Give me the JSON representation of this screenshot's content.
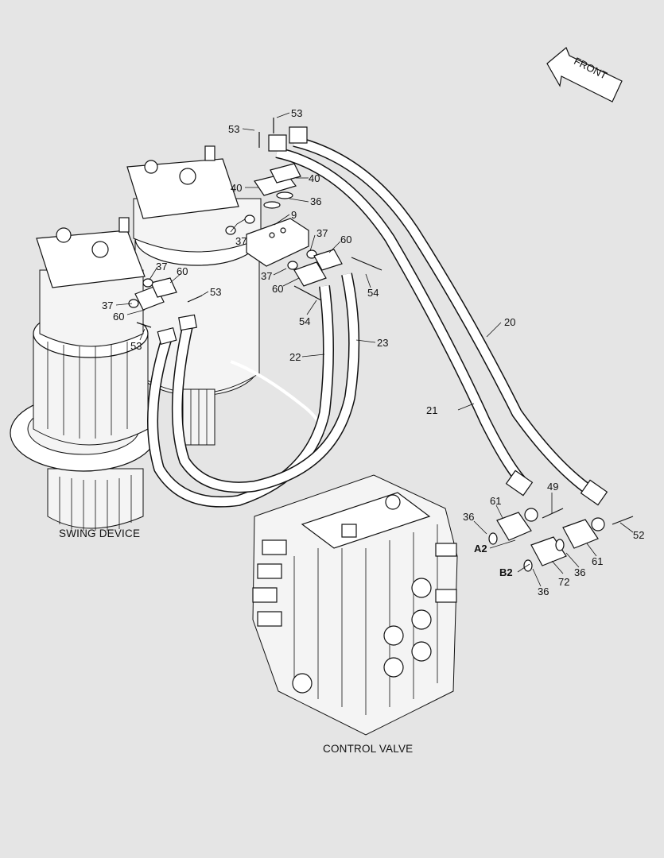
{
  "front_arrow": {
    "label": "FRONT"
  },
  "captions": {
    "swing_device": "SWING DEVICE",
    "control_valve": "CONTROL VALVE"
  },
  "ports": {
    "a2": "A2",
    "b2": "B2"
  },
  "callouts": {
    "c53a": "53",
    "c53b": "53",
    "c53c": "53",
    "c53d": "53",
    "c40a": "40",
    "c40b": "40",
    "c36a": "36",
    "c36b": "36",
    "c36c": "36",
    "c36d": "36",
    "c9": "9",
    "c37a": "37",
    "c37b": "37",
    "c37c": "37",
    "c37d": "37",
    "c37e": "37",
    "c60a": "60",
    "c60b": "60",
    "c60c": "60",
    "c60d": "60",
    "c54a": "54",
    "c54b": "54",
    "c20": "20",
    "c21": "21",
    "c22": "22",
    "c23": "23",
    "c61a": "61",
    "c61b": "61",
    "c49": "49",
    "c52": "52",
    "c72": "72"
  }
}
